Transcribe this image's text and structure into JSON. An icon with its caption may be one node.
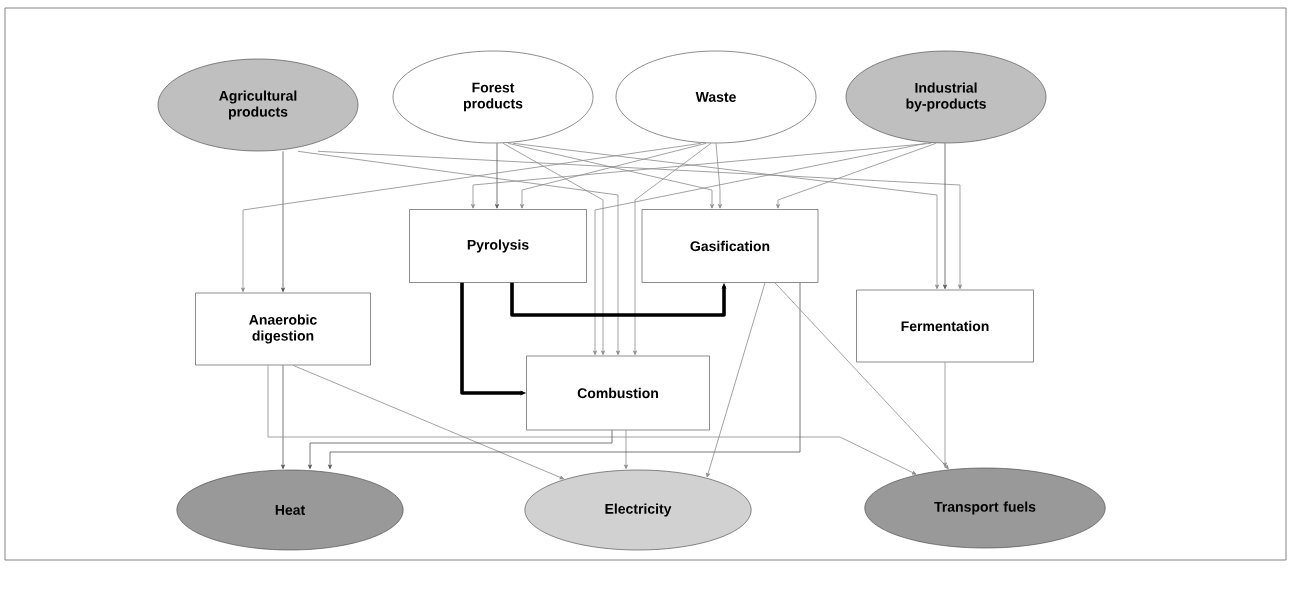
{
  "diagram": {
    "nodes": [
      {
        "text": [
          "Agricultural products"
        ]
      },
      {
        "text": [
          "Forest products"
        ]
      },
      {
        "text": [
          "Waste"
        ]
      },
      {
        "text": [
          "Industrial by-products"
        ]
      },
      {
        "text": [
          "Pyrolysis"
        ]
      },
      {
        "text": [
          "Gasification"
        ]
      },
      {
        "text": [
          "Anaerobic digestion"
        ]
      },
      {
        "text": [
          "Fermentation"
        ]
      },
      {
        "text": [
          "Combustion"
        ]
      },
      {
        "text": [
          "Heat"
        ]
      },
      {
        "text": [
          "Electricity"
        ]
      },
      {
        "text": [
          "Transport fuels"
        ]
      }
    ],
    "edges": [
      {
        "from": 0,
        "to": 6,
        "arrow": "to",
        "color": "#555555"
      },
      {
        "from": 0,
        "to": 8,
        "arrow": "to"
      },
      {
        "from": 0,
        "to": 7,
        "arrow": "to"
      },
      {
        "from": 1,
        "to": 4,
        "arrow": "to",
        "color": "#555555"
      },
      {
        "from": 1,
        "to": 8,
        "arrow": "to"
      },
      {
        "from": 1,
        "to": 5,
        "arrow": "to"
      },
      {
        "from": 1,
        "to": 7,
        "arrow": "to"
      },
      {
        "from": 2,
        "to": 6,
        "arrow": "to"
      },
      {
        "from": 2,
        "to": 4,
        "arrow": "to"
      },
      {
        "from": 2,
        "to": 5,
        "arrow": "to"
      },
      {
        "from": 2,
        "to": 8,
        "arrow": "to"
      },
      {
        "from": 3,
        "to": 7,
        "arrow": "to",
        "color": "#555555"
      },
      {
        "from": 3,
        "to": 5,
        "arrow": "to"
      },
      {
        "from": 3,
        "to": 4,
        "arrow": "to"
      },
      {
        "from": 3,
        "to": 8,
        "arrow": "to"
      },
      {
        "from": 4,
        "to": 8,
        "arrow": "to",
        "style": "thick",
        "color": "#000000"
      },
      {
        "from": 4,
        "to": 5,
        "arrow": "to",
        "style": "thick",
        "color": "#000000"
      },
      {
        "from": 6,
        "to": 9,
        "arrow": "to",
        "color": "#555555"
      },
      {
        "from": 6,
        "to": 10,
        "arrow": "to"
      },
      {
        "from": 6,
        "to": 11,
        "arrow": "to"
      },
      {
        "from": 8,
        "to": 9,
        "arrow": "to",
        "color": "#555555"
      },
      {
        "from": 8,
        "to": 10,
        "arrow": "to"
      },
      {
        "from": 5,
        "to": 9,
        "arrow": "to",
        "color": "#555555"
      },
      {
        "from": 5,
        "to": 10,
        "arrow": "to"
      },
      {
        "from": 5,
        "to": 11,
        "arrow": "to"
      },
      {
        "from": 7,
        "to": 11,
        "arrow": "to"
      }
    ]
  }
}
